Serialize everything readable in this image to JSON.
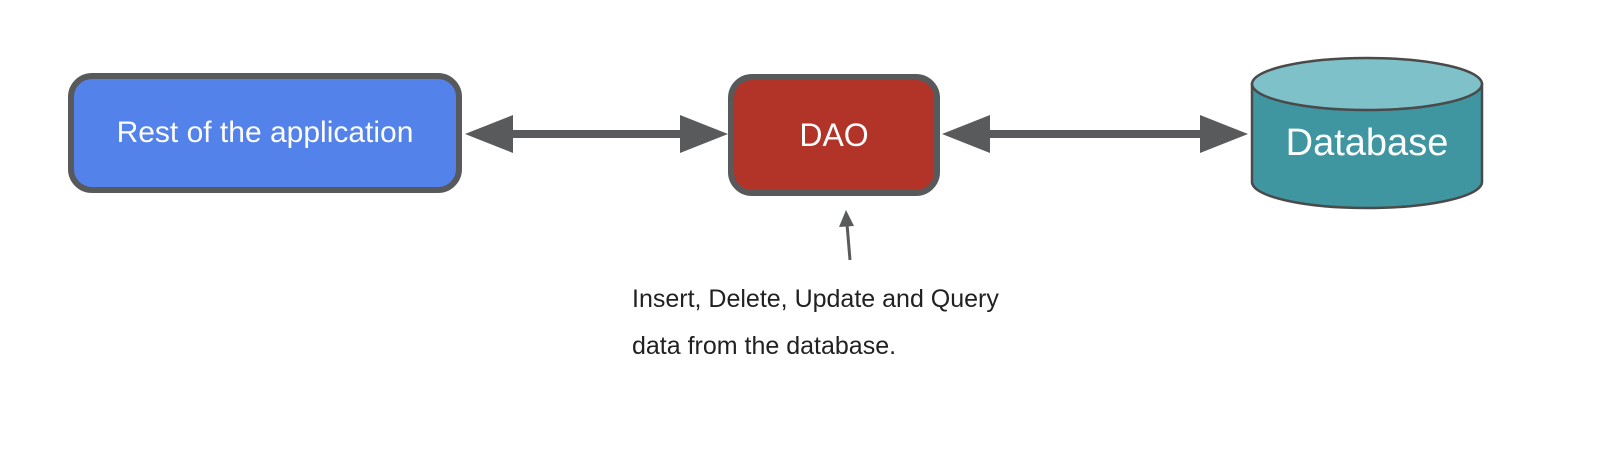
{
  "diagram": {
    "nodes": {
      "app": {
        "label": "Rest of the application",
        "fill": "#5282ea"
      },
      "dao": {
        "label": "DAO",
        "fill": "#b23428"
      },
      "database": {
        "label": "Database",
        "body_fill": "#3f96a1",
        "top_fill": "#7ec1c9"
      }
    },
    "annotation": {
      "line1": "Insert, Delete, Update and Query",
      "line2": "data from the database."
    },
    "colors": {
      "node_border": "#58595b",
      "arrow": "#595a5c",
      "cylinder_stroke": "#4a4a4a",
      "annotation_text": "#212121",
      "node_text": "#fdfdfd",
      "background": "#ffffff"
    }
  }
}
